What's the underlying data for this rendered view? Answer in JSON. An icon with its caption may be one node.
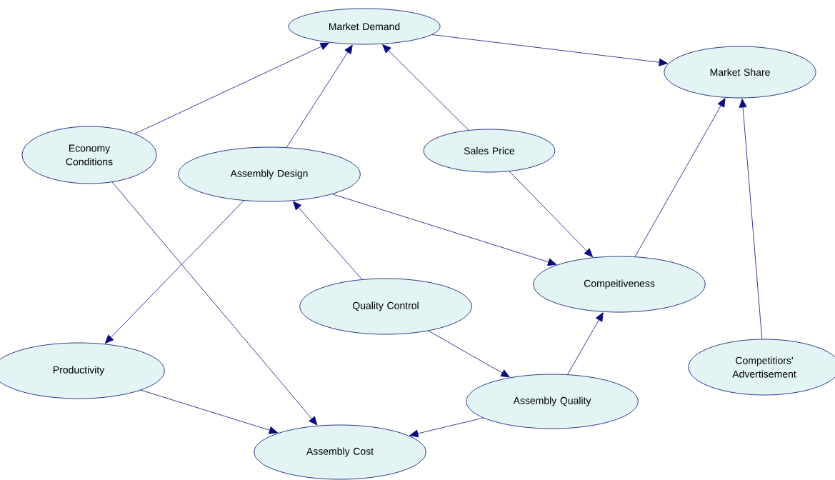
{
  "diagram": {
    "nodes": [
      {
        "text": [
          "Market Demand"
        ]
      },
      {
        "text": [
          "Market Share"
        ]
      },
      {
        "text": [
          "Economy Conditions"
        ]
      },
      {
        "text": [
          "Sales Price"
        ]
      },
      {
        "text": [
          "Assembly Design"
        ]
      },
      {
        "text": [
          "Compeitiveness"
        ]
      },
      {
        "text": [
          "Quality Control"
        ]
      },
      {
        "text": [
          "Productivity"
        ]
      },
      {
        "text": [
          "Competitiors' Advertisement"
        ]
      },
      {
        "text": [
          "Assembly Quality"
        ]
      },
      {
        "text": [
          "Assembly Cost"
        ]
      }
    ],
    "edges": [
      {
        "from": 2,
        "to": 0,
        "arrow": "to"
      },
      {
        "from": 4,
        "to": 0,
        "arrow": "to"
      },
      {
        "from": 3,
        "to": 0,
        "arrow": "to"
      },
      {
        "from": 0,
        "to": 1,
        "arrow": "to"
      },
      {
        "from": 5,
        "to": 1,
        "arrow": "to"
      },
      {
        "from": 8,
        "to": 1,
        "arrow": "to"
      },
      {
        "from": 3,
        "to": 5,
        "arrow": "to"
      },
      {
        "from": 4,
        "to": 5,
        "arrow": "to"
      },
      {
        "from": 6,
        "to": 4,
        "arrow": "to"
      },
      {
        "from": 4,
        "to": 7,
        "arrow": "to"
      },
      {
        "from": 2,
        "to": 10,
        "arrow": "to"
      },
      {
        "from": 6,
        "to": 9,
        "arrow": "to"
      },
      {
        "from": 9,
        "to": 5,
        "arrow": "to"
      },
      {
        "from": 7,
        "to": 10,
        "arrow": "to"
      },
      {
        "from": 9,
        "to": 10,
        "arrow": "to"
      }
    ]
  }
}
